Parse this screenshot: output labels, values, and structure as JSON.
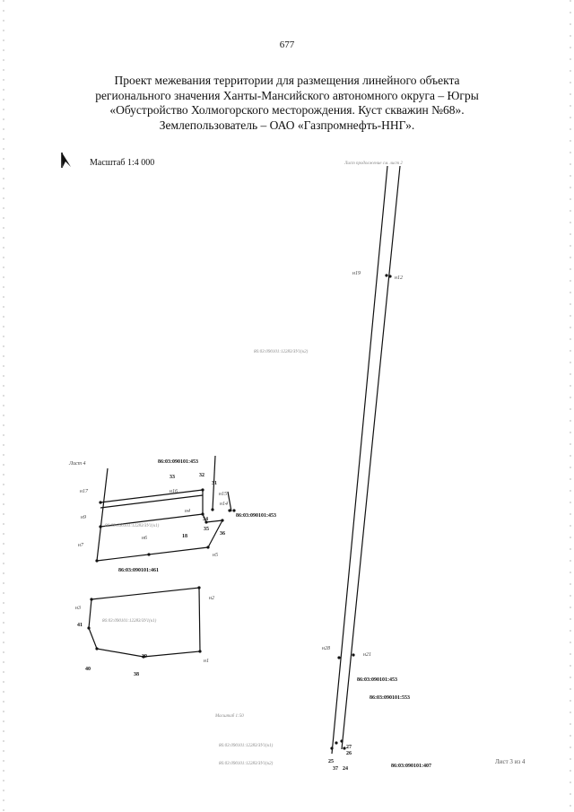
{
  "page_number": "677",
  "title_lines": [
    "Проект межевания территории для размещения линейного объекта",
    "регионального значения Ханты-Мансийского автономного округа – Югры",
    "«Обустройство Холмогорского месторождения. Куст скважин №68».",
    "Землепользователь – ОАО «Газпромнефть-ННГ»."
  ],
  "scale_label": "Масштаб 1:4 000",
  "sheet_label": "Лист 3 из 4",
  "labels": {
    "top_note": "Лист продолжение см. лист 2",
    "n19": "н19",
    "n12": "н12",
    "mid_parcel": "86:03:090101:12283/ЗУ1(к2)",
    "left_note": "Лист 4",
    "parcel_453_top": "86:03:090101:453",
    "n33": "33",
    "n32": "32",
    "n31": "31",
    "n17": "н17",
    "n16": "н16",
    "n15": "н15",
    "n14": "н14",
    "n9": "н9",
    "n4": "н4",
    "n34": "34",
    "n35": "35",
    "parcel_453_right": "86:03:090101:453",
    "parcel_left_a": "86:03:090101:12283/ЗУ1(к1)",
    "n6": "н6",
    "n18": "18",
    "n36": "36",
    "n7": "н7",
    "n5": "н5",
    "parcel_461": "86:03:090101:461",
    "n3": "н3",
    "n2": "н2",
    "n41": "41",
    "parcel_lower": "86:03:090101:12283/ЗУ1(к1)",
    "n39": "39",
    "n40": "40",
    "n38": "38",
    "n1": "н1",
    "n28": "н28",
    "n21": "н21",
    "parcel_453_bottom": "86:03:090101:453",
    "parcel_553": "86:03:090101:553",
    "bottom_note": "Масштаб 1:50",
    "parcel_b1": "86:03:090101:12283/ЗУ1(к1)",
    "parcel_b2": "86:03:090101:12283/ЗУ1(к2)",
    "parcel_407": "86:03:090101:407",
    "n37": "37",
    "n27": "27",
    "n26": "26",
    "n25": "25",
    "n24": "24"
  }
}
